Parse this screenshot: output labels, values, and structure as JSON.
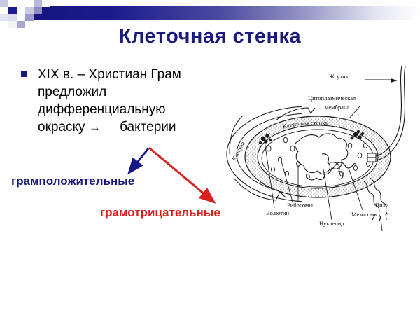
{
  "slide": {
    "title": "Клеточная стенка",
    "background_color": "#ffffff",
    "accent_color": "#191980",
    "negative_color": "#d8201c"
  },
  "banner": {
    "name": "decorative-banner",
    "gradient_from": "#15157e",
    "gradient_to": "#ffffff"
  },
  "bullets": [
    {
      "marker": "square-bullet",
      "line1": "XIX в. – Христиан Грам",
      "line2": "предложил",
      "line3": "дифференциальную",
      "line4_a": "окраску",
      "line4_arrow": "→",
      "line4_b": "бактерии"
    }
  ],
  "terms": {
    "positive": "грамположительные",
    "positive_color": "#191980",
    "negative": "грамотрицательные",
    "negative_color": "#d8201c"
  },
  "diagram": {
    "name": "bacterial-cell-diagram",
    "labels": {
      "flagellum": "Жгутик",
      "cytoplasmic_membrane_line1": "Цитоплазмическая",
      "cytoplasmic_membrane_line2": "мембрана",
      "capsule": "Капсула",
      "cell_wall": "Клеточная стенка",
      "volutin": "Волютин",
      "ribosomes": "Рибосомы",
      "nucleoid": "Нуклеоид",
      "mesosome": "Мезосома",
      "pili": "Пили"
    }
  }
}
